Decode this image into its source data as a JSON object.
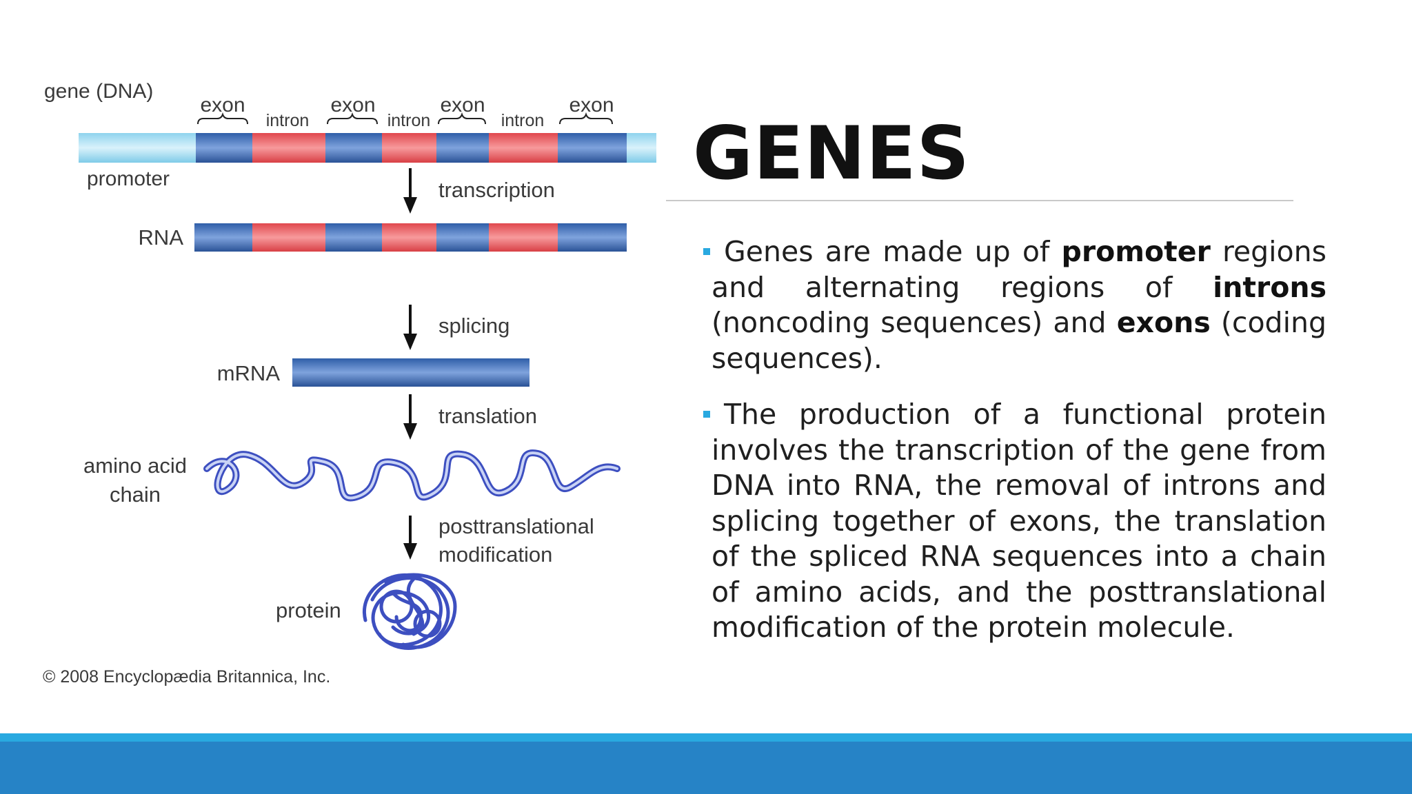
{
  "slide": {
    "title": "GENES",
    "colors": {
      "bullet": "#29a9e0",
      "footer_stripe": "#29a9e0",
      "footer_band": "#2683c6",
      "exon": "#3e6fbf",
      "intron": "#e85a60",
      "promoter": "#9fdcf2",
      "protein_chain": "#4a5bc9"
    },
    "bullets": [
      {
        "parts": [
          {
            "text": "Genes are made up of ",
            "bold": false
          },
          {
            "text": "promoter",
            "bold": true
          },
          {
            "text": " regions and alternating regions of ",
            "bold": false
          },
          {
            "text": "introns",
            "bold": true
          },
          {
            "text": " (noncoding sequences) and ",
            "bold": false
          },
          {
            "text": "exons",
            "bold": true
          },
          {
            "text": " (coding sequences).",
            "bold": false
          }
        ]
      },
      {
        "parts": [
          {
            "text": "The production of a functional protein involves the transcription of the gene from DNA into RNA, the removal of introns and splicing together of exons, the translation of the spliced RNA sequences into a chain of amino acids, and the posttranslational modification of the protein molecule.",
            "bold": false
          }
        ]
      }
    ]
  },
  "diagram": {
    "gene_label": "gene (DNA)",
    "segment_labels": [
      "exon",
      "intron",
      "exon",
      "intron",
      "exon",
      "intron",
      "exon"
    ],
    "promoter_label": "promoter",
    "rna_label": "RNA",
    "mrna_label": "mRNA",
    "amino_acid_label_line1": "amino acid",
    "amino_acid_label_line2": "chain",
    "protein_label": "protein",
    "steps": {
      "transcription": "transcription",
      "splicing": "splicing",
      "translation": "translation",
      "posttranslational_line1": "posttranslational",
      "posttranslational_line2": "modification"
    },
    "copyright": "© 2008 Encyclopædia Britannica, Inc."
  }
}
